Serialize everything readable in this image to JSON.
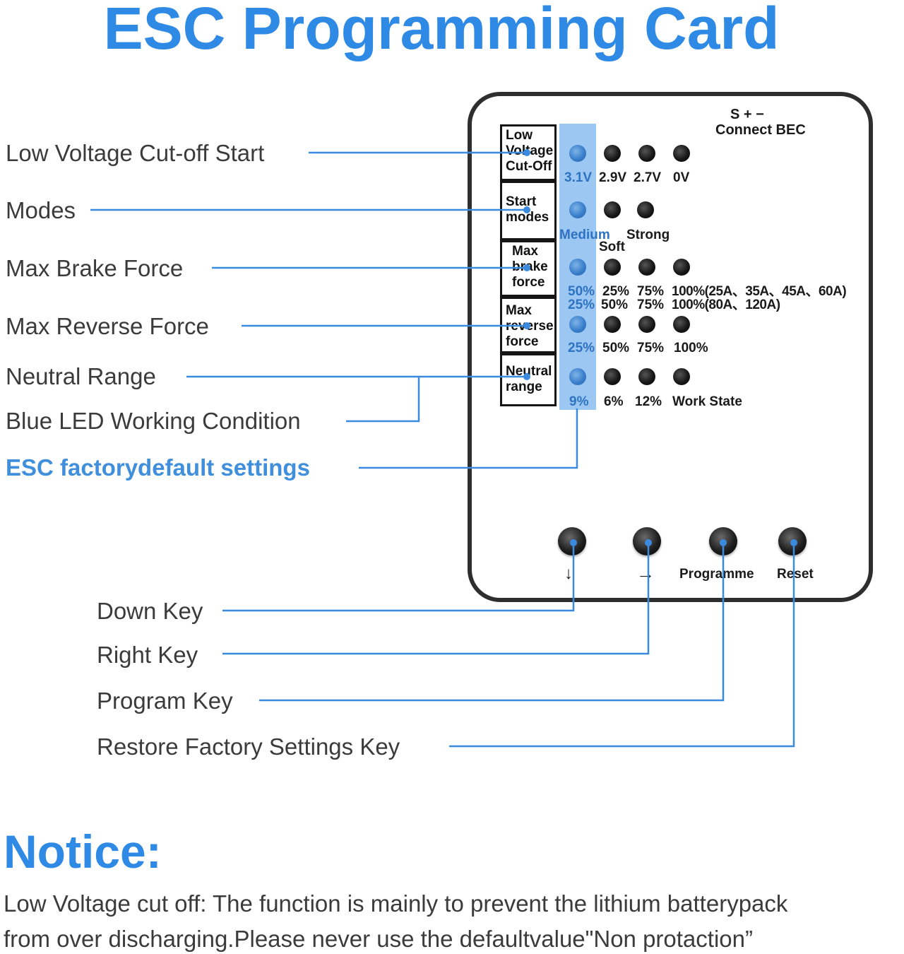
{
  "title": "ESC Programming Card",
  "callouts": {
    "low_voltage": "Low Voltage Cut-off Start",
    "modes": "Modes",
    "max_brake": "Max Brake Force",
    "max_reverse": "Max Reverse Force",
    "neutral": "Neutral Range",
    "blue_led": "Blue LED Working Condition",
    "factory_default": "ESC factorydefault settings",
    "down_key": "Down Key",
    "right_key": "Right Key",
    "program_key": "Program Key",
    "restore_key": "Restore Factory Settings Key"
  },
  "card": {
    "connector_pins": "S + −",
    "connector_label": "Connect  BEC",
    "rows": [
      {
        "label": "Low Voltage Cut-Off",
        "label_lines": [
          "Low",
          "Voltage",
          "Cut-Off"
        ],
        "options": [
          "3.1V",
          "2.9V",
          "2.7V",
          "0V"
        ]
      },
      {
        "label": "Start modes",
        "label_lines": [
          "Start",
          "modes"
        ],
        "options": [
          "Medium",
          "Soft",
          "Strong"
        ]
      },
      {
        "label": "Max brake force",
        "label_lines": [
          "Max",
          "brake",
          "force"
        ],
        "options_line1": [
          "50%",
          "25%",
          "75%",
          "100%(25A、35A、45A、60A)"
        ],
        "options_line2": [
          "25%",
          "50%",
          "75%",
          "100%(80A、120A)"
        ]
      },
      {
        "label": "Max reverse force",
        "label_lines": [
          "Max",
          "reverse",
          "force"
        ],
        "options": [
          "25%",
          "50%",
          "75%",
          "100%"
        ]
      },
      {
        "label": "Neutral range",
        "label_lines": [
          "Neutral",
          "range"
        ],
        "options": [
          "9%",
          "6%",
          "12%",
          "Work State"
        ]
      }
    ],
    "keys": {
      "down": "↓",
      "right": "→",
      "program": "Programme",
      "reset": "Reset"
    }
  },
  "notice": {
    "heading": "Notice:",
    "line1": "Low Voltage cut off: The function is mainly to prevent the lithium batterypack",
    "line2": "from over discharging.Please never use the defaultvalue\"Non protaction”"
  },
  "colors": {
    "accent_blue": "#2f8ae5",
    "line_blue": "#3a8ae0",
    "default_column": "#9cc7f2",
    "card_border": "#2e2e2e"
  }
}
